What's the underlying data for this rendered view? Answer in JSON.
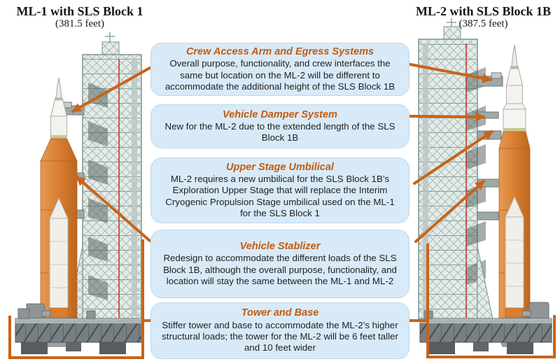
{
  "figures": {
    "left": {
      "title": "ML-1 with SLS Block 1",
      "height_label": "(381.5 feet)"
    },
    "right": {
      "title": "ML-2 with SLS Block 1B",
      "height_label": "(387.5 feet)"
    }
  },
  "callouts": [
    {
      "title": "Crew Access Arm and Egress Systems",
      "body": "Overall purpose, functionality, and crew interfaces the same but location on the ML-2 will be different to accommodate the additional height of the SLS Block 1B"
    },
    {
      "title": "Vehicle Damper System",
      "body": "New for the ML-2 due to the extended length of the SLS Block 1B"
    },
    {
      "title": "Upper Stage Umbilical",
      "body": "ML-2 requires a new umbilical for the SLS Block 1B’s Exploration Upper Stage that will replace the Interim Cryogenic Propulsion Stage umbilical used on the ML-1 for the SLS Block 1"
    },
    {
      "title": "Vehicle Stablizer",
      "body": "Redesign to accommodate the different loads of the SLS Block 1B, although the overall purpose, functionality, and location will stay the same between the ML-1 and ML-2"
    },
    {
      "title": "Tower and Base",
      "body": "Stiffer tower and base to accommodate the ML-2’s higher structural loads; the tower for the ML-2 will be 6 feet taller and 10 feet wider"
    }
  ],
  "colors": {
    "accent_orange": "#C55A11",
    "arrow_orange": "#C8641A",
    "callout_fill": "#D8EAF8",
    "callout_border": "#BCD9EC",
    "body_text": "#1F1F1F",
    "heading_text": "#151515",
    "rocket_orange": "#D87E30",
    "tower_grey": "#E3EBE8"
  }
}
